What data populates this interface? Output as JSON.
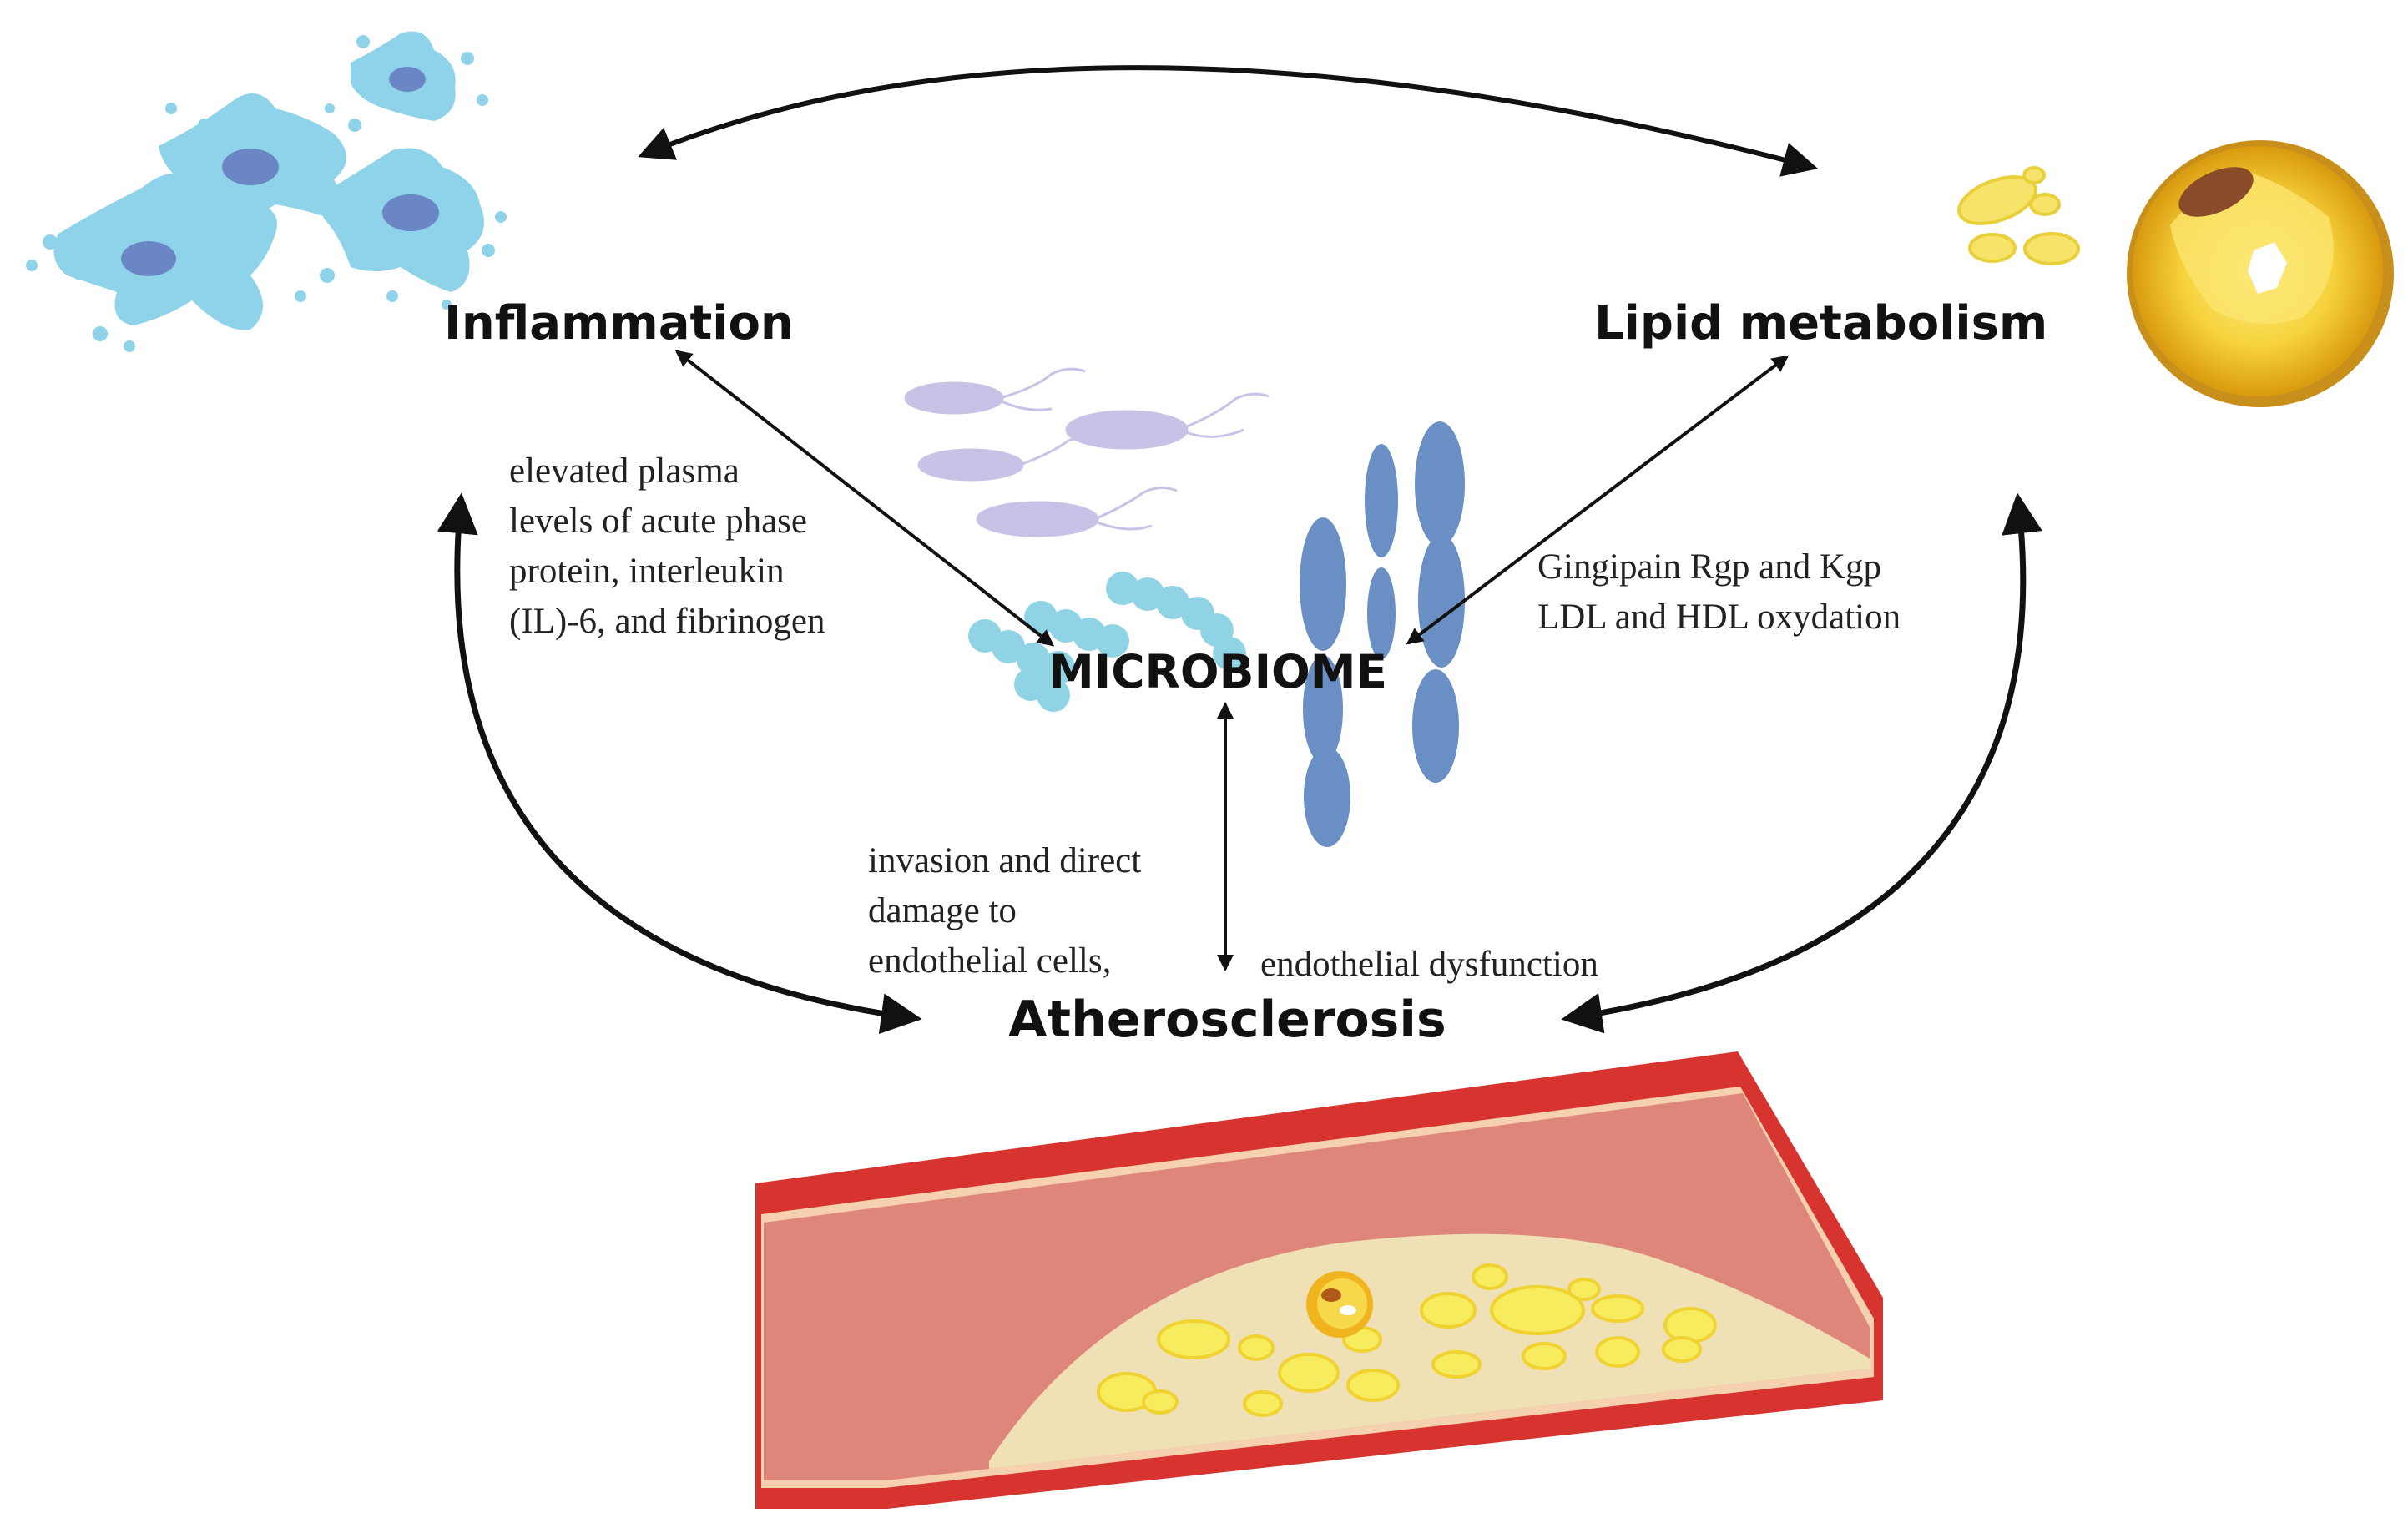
{
  "nodes": {
    "inflammation": "Inflammation",
    "lipid": "Lipid metabolism",
    "microbiome": "MICROBIOME",
    "atherosclerosis": "Atherosclerosis"
  },
  "edge_labels": {
    "inflammation_atherosclerosis": [
      "elevated plasma",
      "levels of acute phase",
      "protein, interleukin",
      "(IL)-6, and fibrinogen"
    ],
    "microbiome_lipid": [
      "Gingipain Rgp and Kgp",
      "LDL and HDL oxydation"
    ],
    "microbiome_atherosclerosis": [
      "invasion and direct",
      "damage to",
      "endothelial cells,"
    ],
    "lipid_atherosclerosis": [
      "endothelial dysfunction"
    ]
  },
  "colors": {
    "cell_blue": "#8fd3ea",
    "nucleus": "#6b86c4",
    "bacteria_purple": "#c9c2e6",
    "bacteria_blue": "#6a8fc4",
    "chain_cyan": "#8fd3e4",
    "lipid_yellow": "#f4cf2e",
    "vessel_wall": "#c82e2e",
    "vessel_lumen": "#de8478",
    "plaque": "#efe0b5",
    "arrow": "#111111"
  },
  "icons": [
    "cell-cluster-icon",
    "lipid-droplet-icon",
    "bacteria-icon",
    "artery-plaque-icon"
  ]
}
